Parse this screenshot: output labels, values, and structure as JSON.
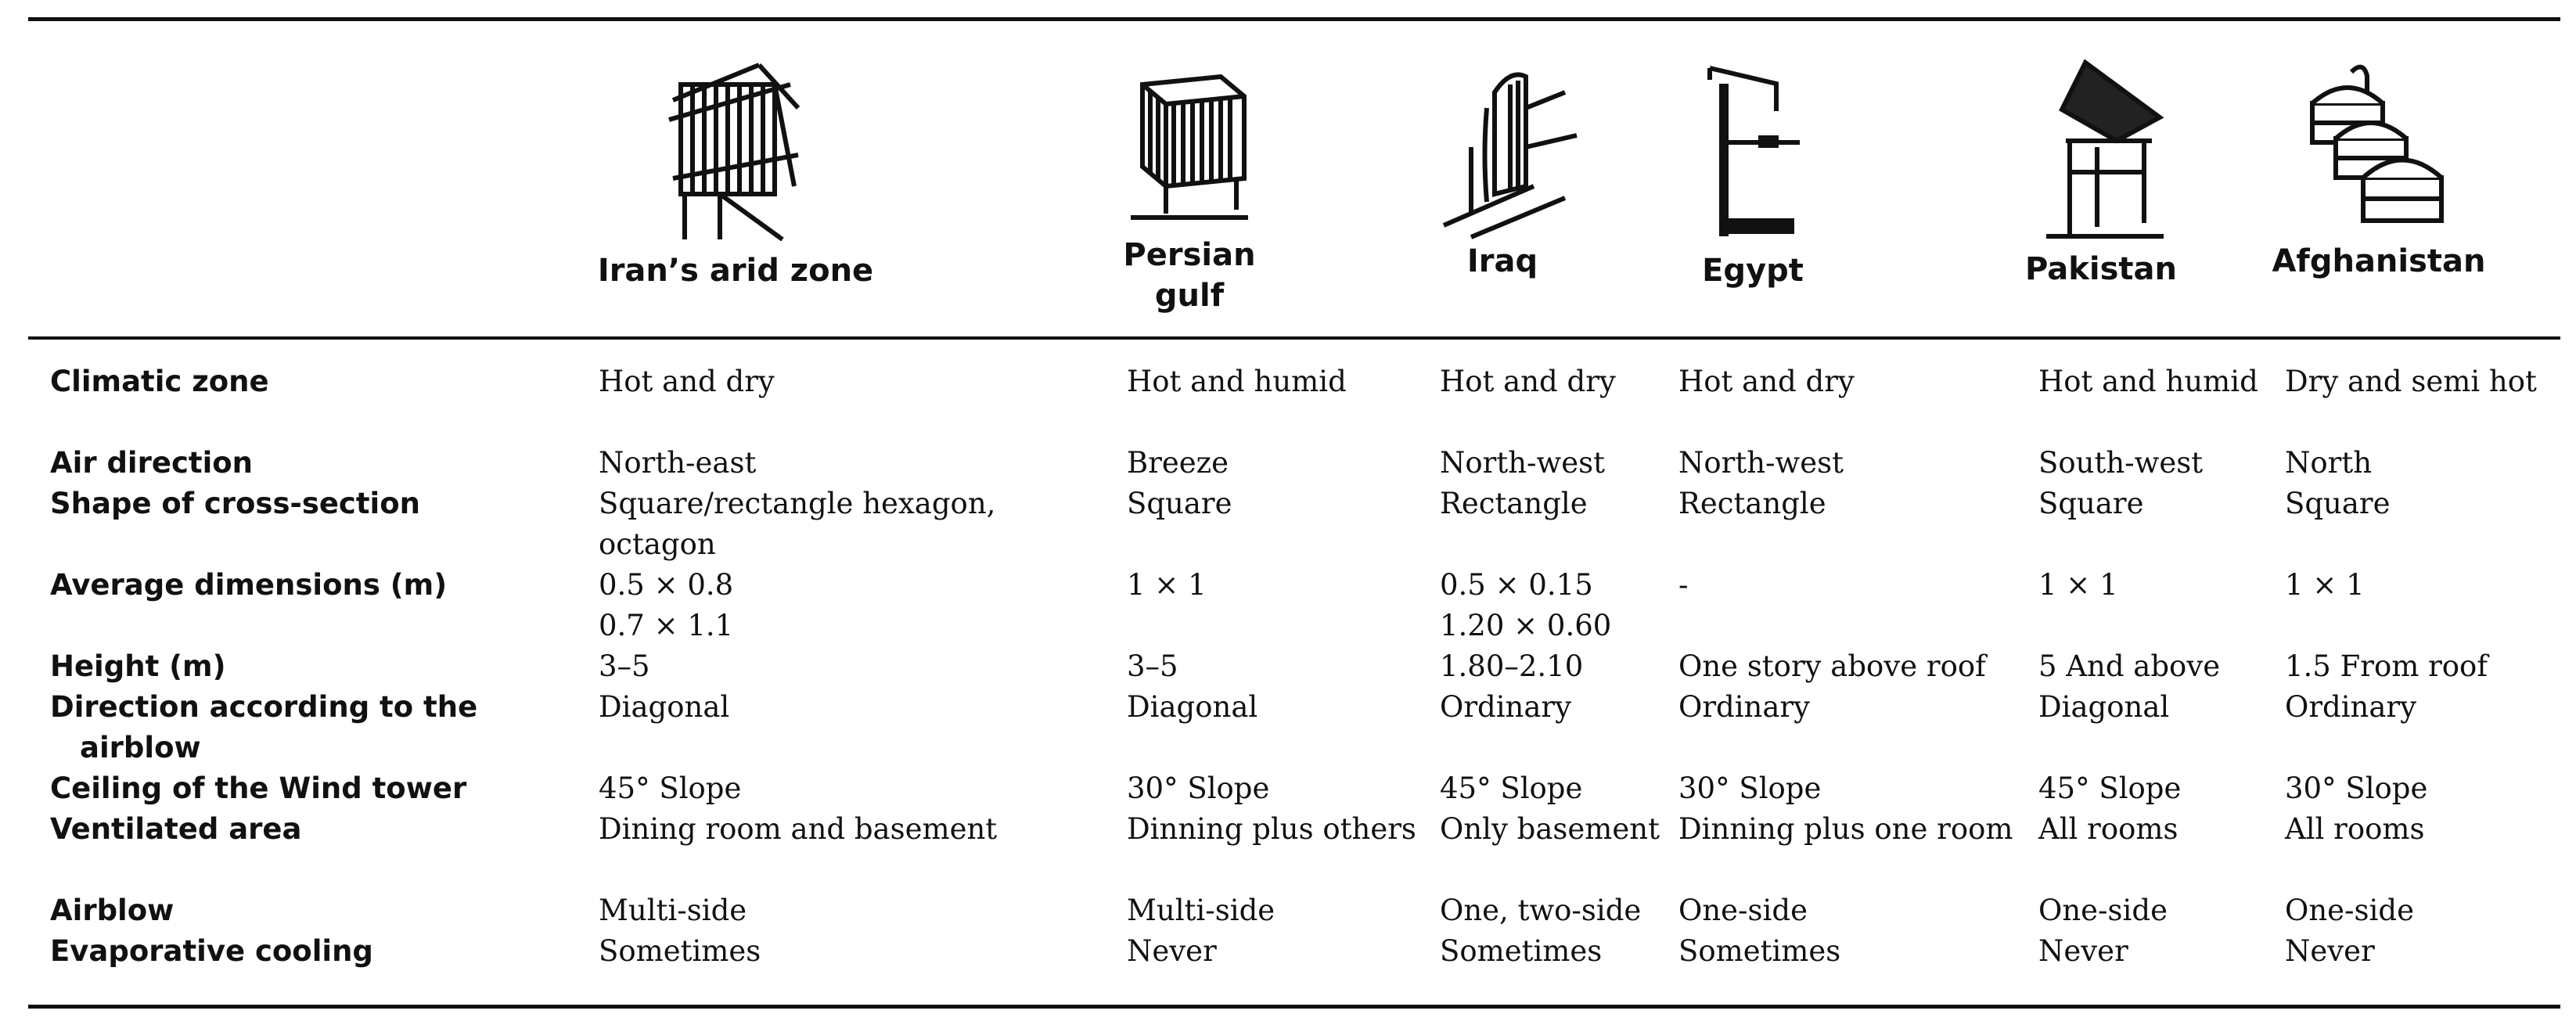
{
  "columns": [
    {
      "name": "Iran’s arid zone",
      "icon": "iran-windtower-icon"
    },
    {
      "name": "Persian\ngulf",
      "icon": "persian-gulf-windtower-icon"
    },
    {
      "name": "Iraq",
      "icon": "iraq-windtower-icon"
    },
    {
      "name": "Egypt",
      "icon": "egypt-windtower-icon"
    },
    {
      "name": "Pakistan",
      "icon": "pakistan-windtower-icon"
    },
    {
      "name": "Afghanistan",
      "icon": "afghanistan-windtower-icon"
    }
  ],
  "rows": [
    {
      "label": "Climatic zone",
      "values": [
        "Hot and dry",
        "Hot and humid",
        "Hot and dry",
        "Hot and dry",
        "Hot and humid",
        "Dry and semi hot"
      ]
    },
    {
      "label": "Air direction",
      "values": [
        "North-east",
        "Breeze",
        "North-west",
        "North-west",
        "South-west",
        "North"
      ]
    },
    {
      "label": "Shape of cross-section",
      "values": [
        "Square/rectangle hexagon, octagon",
        "Square",
        "Rectangle",
        "Rectangle",
        "Square",
        "Square"
      ]
    },
    {
      "label": "Average dimensions (m)",
      "values": [
        "0.5 × 0.8\n0.7 × 1.1",
        "1 × 1",
        "0.5 × 0.15\n1.20 × 0.60",
        "-",
        "1 × 1",
        "1 × 1"
      ]
    },
    {
      "label": "Height (m)",
      "values": [
        "3–5",
        "3–5",
        "1.80–2.10",
        "One story above roof",
        "5 And above",
        "1.5 From roof"
      ]
    },
    {
      "label": "Direction according to the",
      "label_cont": "airblow",
      "values": [
        "Diagonal",
        "Diagonal",
        "Ordinary",
        "Ordinary",
        "Diagonal",
        "Ordinary"
      ]
    },
    {
      "label": "Ceiling of the Wind tower",
      "values": [
        "45° Slope",
        "30° Slope",
        "45° Slope",
        "30° Slope",
        "45° Slope",
        "30° Slope"
      ]
    },
    {
      "label": "Ventilated area",
      "values": [
        "Dining room and basement",
        "Dinning plus others",
        "Only basement",
        "Dinning plus one room",
        "All rooms",
        "All rooms"
      ]
    },
    {
      "label": "Airblow",
      "values": [
        "Multi-side",
        "Multi-side",
        "One, two-side",
        "One-side",
        "One-side",
        "One-side"
      ]
    },
    {
      "label": "Evaporative cooling",
      "values": [
        "Sometimes",
        "Never",
        "Sometimes",
        "Sometimes",
        "Never",
        "Never"
      ]
    }
  ]
}
